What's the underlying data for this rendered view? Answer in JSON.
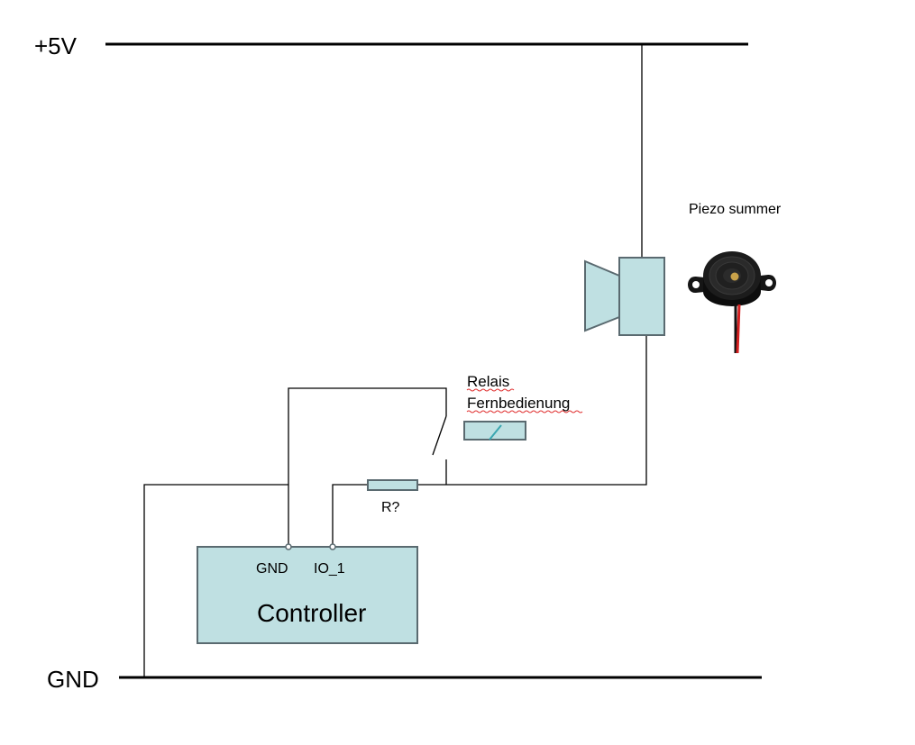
{
  "rails": {
    "vcc_label": "+5V",
    "gnd_label": "GND"
  },
  "buzzer": {
    "title": "Piezo summer",
    "icon": "piezo-buzzer-photo"
  },
  "relay": {
    "line1": "Relais",
    "line2": "Fernbedienung"
  },
  "resistor": {
    "label": "R?"
  },
  "controller": {
    "title": "Controller",
    "pin_gnd": "GND",
    "pin_io": "IO_1"
  },
  "colors": {
    "component_fill": "#bfe0e2",
    "component_stroke": "#5a6a70",
    "relay_coil_mark": "#3aa6b0",
    "spellcheck_underline": "#e03030"
  }
}
